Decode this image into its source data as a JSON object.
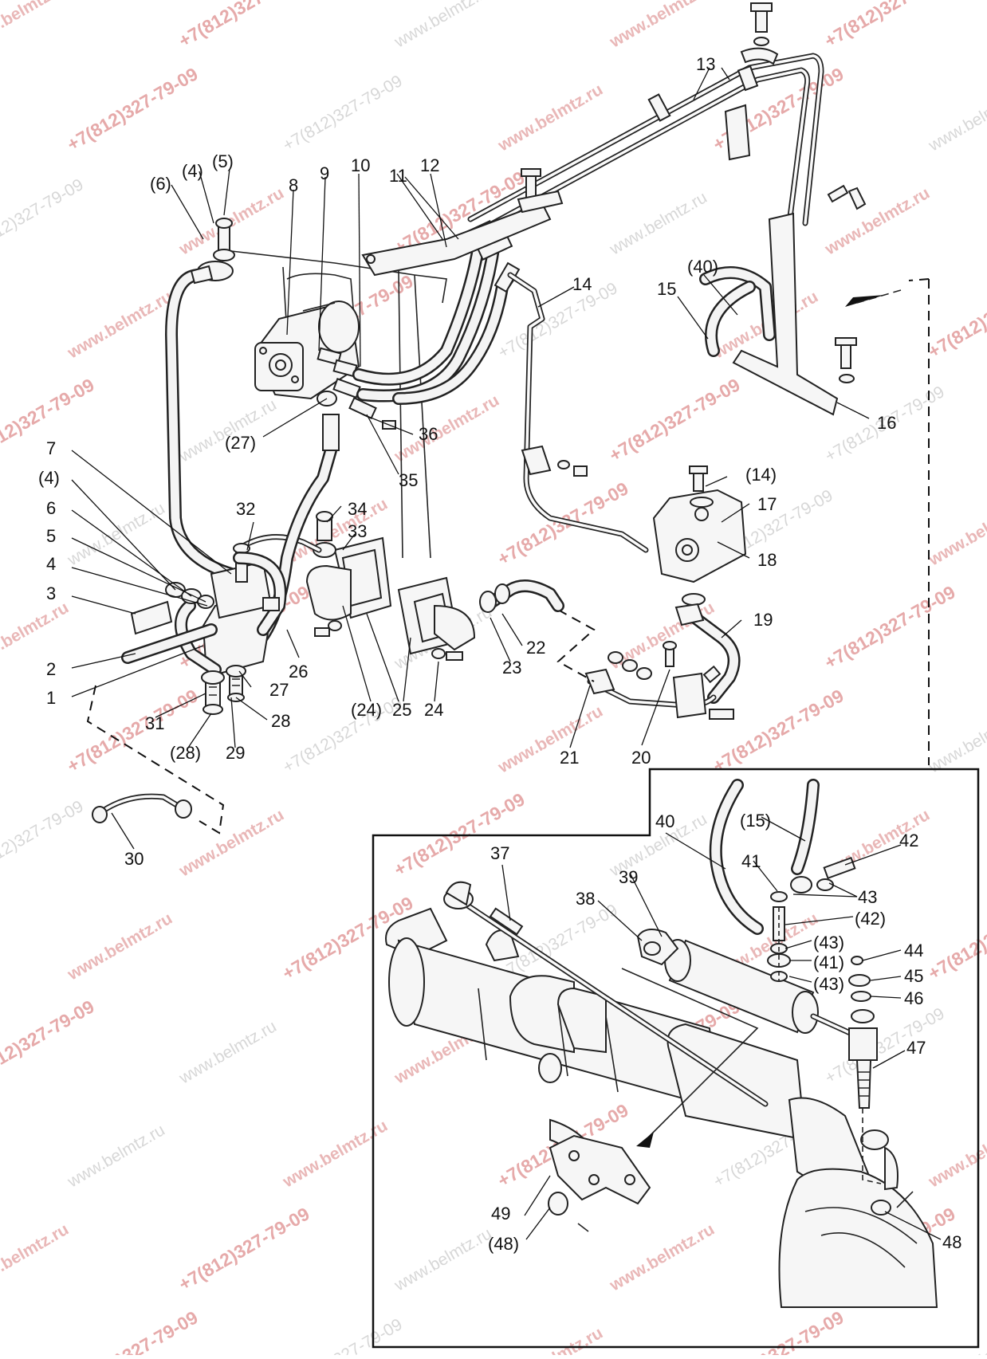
{
  "diagram": {
    "callouts": [
      {
        "id": "c13",
        "text": "13"
      },
      {
        "id": "c5p",
        "text": "(5)"
      },
      {
        "id": "c4p_top",
        "text": "(4)"
      },
      {
        "id": "c6p",
        "text": "(6)"
      },
      {
        "id": "c8",
        "text": "8"
      },
      {
        "id": "c9",
        "text": "9"
      },
      {
        "id": "c10",
        "text": "10"
      },
      {
        "id": "c11",
        "text": "11"
      },
      {
        "id": "c12",
        "text": "12"
      },
      {
        "id": "c14",
        "text": "14"
      },
      {
        "id": "c15",
        "text": "15"
      },
      {
        "id": "c40p",
        "text": "(40)"
      },
      {
        "id": "c16",
        "text": "16"
      },
      {
        "id": "c27p",
        "text": "(27)"
      },
      {
        "id": "c36",
        "text": "36"
      },
      {
        "id": "c35",
        "text": "35"
      },
      {
        "id": "c7",
        "text": "7"
      },
      {
        "id": "c4p_left",
        "text": "(4)"
      },
      {
        "id": "c6",
        "text": "6"
      },
      {
        "id": "c5",
        "text": "5"
      },
      {
        "id": "c4",
        "text": "4"
      },
      {
        "id": "c3",
        "text": "3"
      },
      {
        "id": "c2",
        "text": "2"
      },
      {
        "id": "c1",
        "text": "1"
      },
      {
        "id": "c32",
        "text": "32"
      },
      {
        "id": "c34",
        "text": "34"
      },
      {
        "id": "c33",
        "text": "33"
      },
      {
        "id": "c14p",
        "text": "(14)"
      },
      {
        "id": "c17",
        "text": "17"
      },
      {
        "id": "c18",
        "text": "18"
      },
      {
        "id": "c19",
        "text": "19"
      },
      {
        "id": "c22",
        "text": "22"
      },
      {
        "id": "c23",
        "text": "23"
      },
      {
        "id": "c26",
        "text": "26"
      },
      {
        "id": "c27",
        "text": "27"
      },
      {
        "id": "c28",
        "text": "28"
      },
      {
        "id": "c31",
        "text": "31"
      },
      {
        "id": "c28p",
        "text": "(28)"
      },
      {
        "id": "c29",
        "text": "29"
      },
      {
        "id": "c24p",
        "text": "(24)"
      },
      {
        "id": "c25",
        "text": "25"
      },
      {
        "id": "c24",
        "text": "24"
      },
      {
        "id": "c21",
        "text": "21"
      },
      {
        "id": "c20",
        "text": "20"
      },
      {
        "id": "c30",
        "text": "30"
      },
      {
        "id": "c40",
        "text": "40"
      },
      {
        "id": "c15p",
        "text": "(15)"
      },
      {
        "id": "c42",
        "text": "42"
      },
      {
        "id": "c41",
        "text": "41"
      },
      {
        "id": "c43",
        "text": "43"
      },
      {
        "id": "c42p",
        "text": "(42)"
      },
      {
        "id": "c37",
        "text": "37"
      },
      {
        "id": "c39",
        "text": "39"
      },
      {
        "id": "c38",
        "text": "38"
      },
      {
        "id": "c43p_a",
        "text": "(43)"
      },
      {
        "id": "c41p",
        "text": "(41)"
      },
      {
        "id": "c43p_b",
        "text": "(43)"
      },
      {
        "id": "c44",
        "text": "44"
      },
      {
        "id": "c45",
        "text": "45"
      },
      {
        "id": "c46",
        "text": "46"
      },
      {
        "id": "c47",
        "text": "47"
      },
      {
        "id": "c49",
        "text": "49"
      },
      {
        "id": "c48p",
        "text": "(48)"
      },
      {
        "id": "c48",
        "text": "48"
      }
    ]
  },
  "watermarks": {
    "site": "www.belmtz.ru",
    "phone": "+7(812)327-79-09"
  },
  "colors": {
    "line": "#222222",
    "watermark_red": "#e6aaaa",
    "watermark_grey": "#d7d7d7"
  }
}
